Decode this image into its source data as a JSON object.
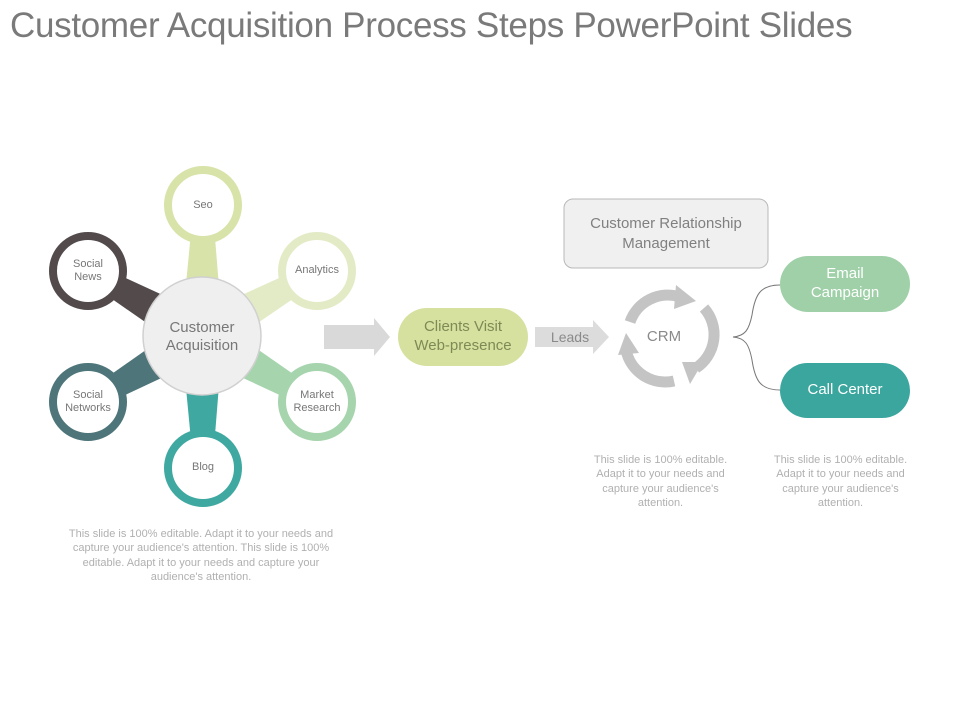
{
  "title": "Customer Acquisition Process Steps PowerPoint Slides",
  "hub": {
    "label_line1": "Customer",
    "label_line2": "Acquisition"
  },
  "nodes": [
    {
      "id": "seo",
      "line1": "Seo",
      "line2": "",
      "color": "#d7e3a8"
    },
    {
      "id": "analytics",
      "line1": "Analytics",
      "line2": "",
      "color": "#e3ebc6"
    },
    {
      "id": "market-research",
      "line1": "Market",
      "line2": "Research",
      "color": "#a6d4ad"
    },
    {
      "id": "blog",
      "line1": "Blog",
      "line2": "",
      "color": "#3fa9a1"
    },
    {
      "id": "social-networks",
      "line1": "Social",
      "line2": "Networks",
      "color": "#4e7579"
    },
    {
      "id": "social-news",
      "line1": "Social",
      "line2": "News",
      "color": "#524a4b"
    }
  ],
  "left_caption": "This slide is 100% editable. Adapt it to your needs and capture your audience's attention. This slide is 100% editable. Adapt it to your needs and capture your audience's attention.",
  "flow": {
    "clients_visit_line1": "Clients Visit",
    "clients_visit_line2": "Web-presence",
    "leads_label": "Leads",
    "crm_label": "CRM",
    "crm_box_line1": "Customer Relationship",
    "crm_box_line2": "Management",
    "email_line1": "Email",
    "email_line2": "Campaign",
    "call_center": "Call Center"
  },
  "crm_caption": "This slide is 100% editable. Adapt it to your needs and capture your audience's attention.",
  "right_caption": "This slide is 100% editable. Adapt it to your needs and capture your audience's attention.",
  "colors": {
    "clients_pill": "#d6e19f",
    "email_pill": "#9fd0a8",
    "call_pill": "#3aa69e",
    "arrow_gray": "#d9d9d9",
    "crm_cycle": "#c4c4c4"
  }
}
